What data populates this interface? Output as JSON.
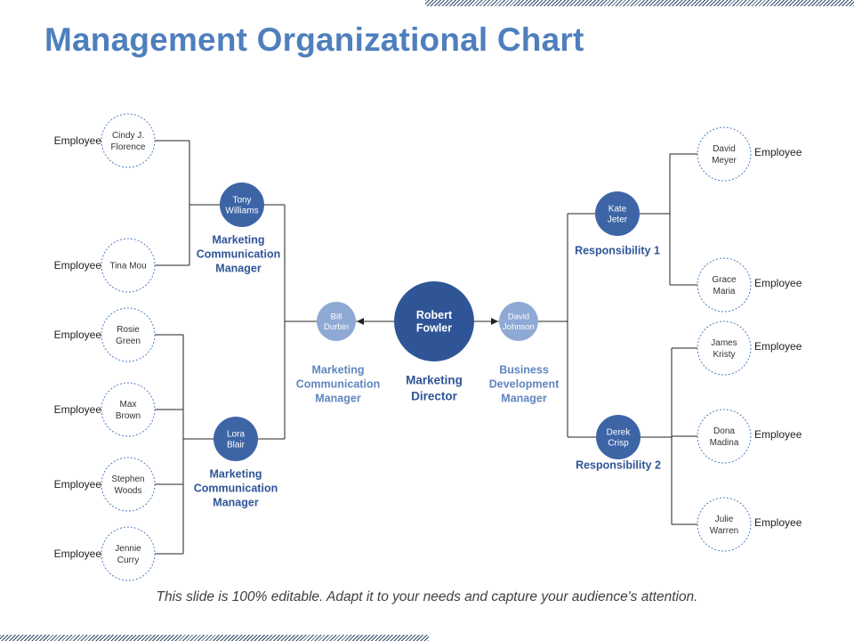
{
  "title": "Management Organizational Chart",
  "footer": "This slide is 100% editable. Adapt it to your needs and capture your audience's attention.",
  "colors": {
    "title": "#4f7fbd",
    "director": "#2f5597",
    "manager": "#3d65a6",
    "second_level": "#8ea9d4",
    "role_text": "#2f5597",
    "light_role_text": "#5f86bf",
    "employee_outline": "#4f7fbd",
    "connector": "#222222"
  },
  "director": {
    "name": [
      "Robert",
      "Fowler"
    ],
    "role": [
      "Marketing",
      "Director"
    ]
  },
  "left_branch": {
    "head": {
      "name": [
        "Bill",
        "Durbin"
      ],
      "role": [
        "Marketing",
        "Communication",
        "Manager"
      ]
    },
    "managers": [
      {
        "name": [
          "Tony",
          "Williams"
        ],
        "role": [
          "Marketing",
          "Communication",
          "Manager"
        ],
        "employees": [
          {
            "name": [
              "Cindy J.",
              "Florence"
            ],
            "label": "Employee"
          },
          {
            "name": [
              "Tina Mou"
            ],
            "label": "Employee"
          }
        ]
      },
      {
        "name": [
          "Lora",
          "Blair"
        ],
        "role": [
          "Marketing",
          "Communication",
          "Manager"
        ],
        "employees": [
          {
            "name": [
              "Rosie",
              "Green"
            ],
            "label": "Employee"
          },
          {
            "name": [
              "Max",
              "Brown"
            ],
            "label": "Employee"
          },
          {
            "name": [
              "Stephen",
              "Woods"
            ],
            "label": "Employee"
          },
          {
            "name": [
              "Jennie",
              "Curry"
            ],
            "label": "Employee"
          }
        ]
      }
    ]
  },
  "right_branch": {
    "head": {
      "name": [
        "David",
        "Johnson"
      ],
      "role": [
        "Business",
        "Development",
        "Manager"
      ]
    },
    "managers": [
      {
        "name": [
          "Kate",
          "Jeter"
        ],
        "role": [
          "Responsibility 1"
        ],
        "employees": [
          {
            "name": [
              "David",
              "Meyer"
            ],
            "label": "Employee"
          },
          {
            "name": [
              "Grace",
              "Maria"
            ],
            "label": "Employee"
          }
        ]
      },
      {
        "name": [
          "Derek",
          "Crisp"
        ],
        "role": [
          "Responsibility 2"
        ],
        "employees": [
          {
            "name": [
              "James",
              "Kristy"
            ],
            "label": "Employee"
          },
          {
            "name": [
              "Dona",
              "Madina"
            ],
            "label": "Employee"
          },
          {
            "name": [
              "Julie",
              "Warren"
            ],
            "label": "Employee"
          }
        ]
      }
    ]
  }
}
